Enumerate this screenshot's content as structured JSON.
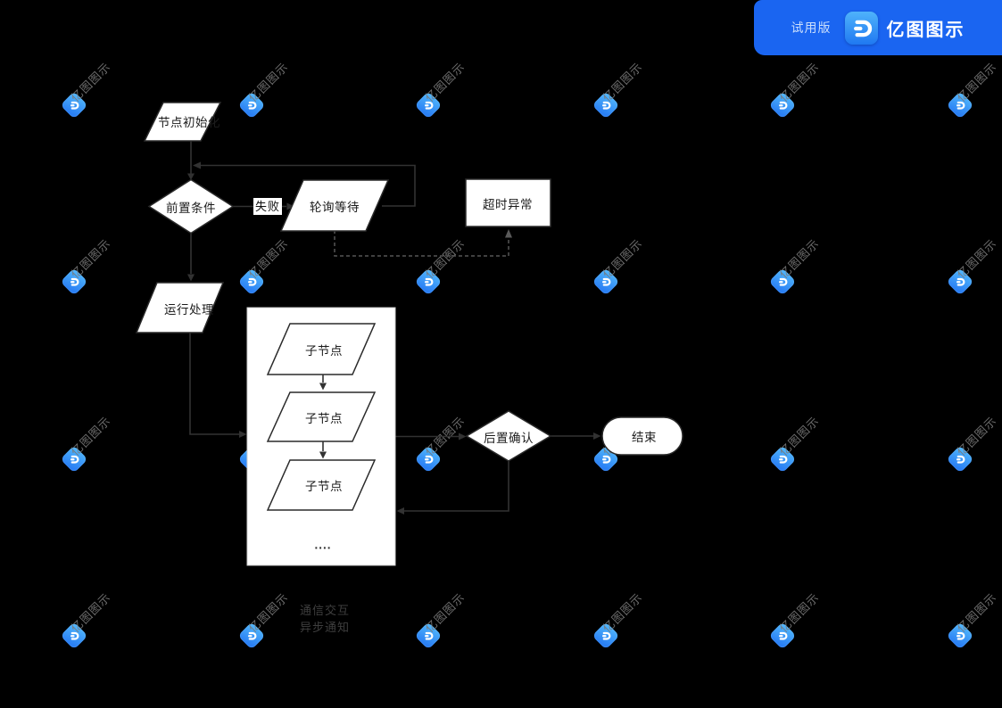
{
  "badge": {
    "trial": "试用版",
    "brand": "亿图图示"
  },
  "watermark": {
    "text": "亿图图示"
  },
  "diagram": {
    "nodes": {
      "init": "节点初始化",
      "precondition": "前置条件",
      "fail_label": "失败",
      "polling": "轮询等待",
      "timeout": "超时异常",
      "run": "运行处理",
      "child1": "子节点",
      "child2": "子节点",
      "child3": "子节点",
      "ellipsis": "....",
      "post_confirm": "后置确认",
      "end": "结束"
    },
    "notes": {
      "line1": "通信交互",
      "line2": "异步通知"
    }
  },
  "colors": {
    "canvas_bg": "#000000",
    "badge_bg": "#1a65f1",
    "logo_gradient_top": "#4fb3fb",
    "logo_gradient_bottom": "#1f78f1",
    "shape_fill": "#ffffff",
    "shape_border": "#2a2a2a",
    "connector": "#323232",
    "dashed_connector": "#555555",
    "note_text": "#3e3e3e",
    "watermark_text": "#787878"
  }
}
